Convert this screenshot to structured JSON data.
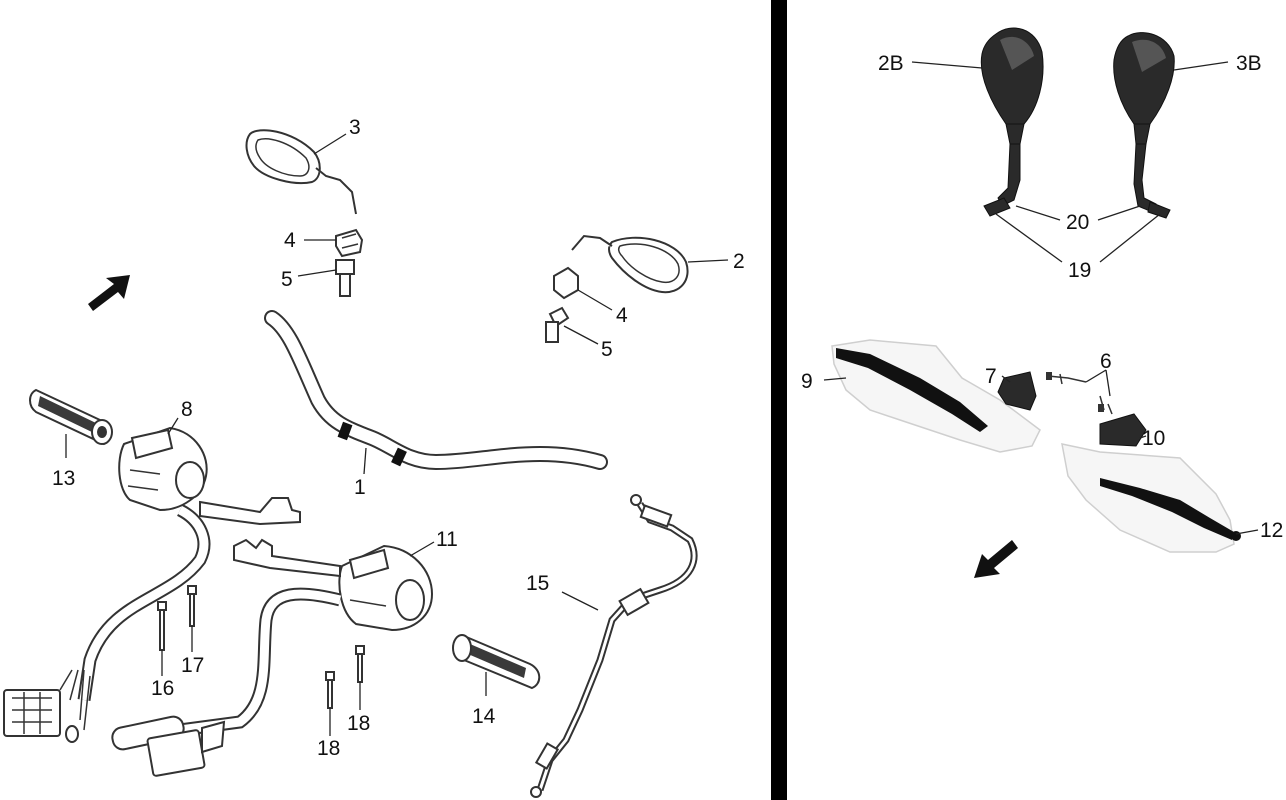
{
  "callouts": {
    "c1": "1",
    "c2": "2",
    "c3": "3",
    "c2b": "2B",
    "c3b": "3B",
    "c4a": "4",
    "c4b": "4",
    "c5a": "5",
    "c5b": "5",
    "c6": "6",
    "c7": "7",
    "c8": "8",
    "c9": "9",
    "c10": "10",
    "c11": "11",
    "c12": "12",
    "c13": "13",
    "c14": "14",
    "c15": "15",
    "c16": "16",
    "c17": "17",
    "c18a": "18",
    "c18b": "18",
    "c19": "19",
    "c20": "20"
  },
  "colors": {
    "divider": "#000000",
    "line": "#222222",
    "part_dark": "#2a2a2a"
  }
}
